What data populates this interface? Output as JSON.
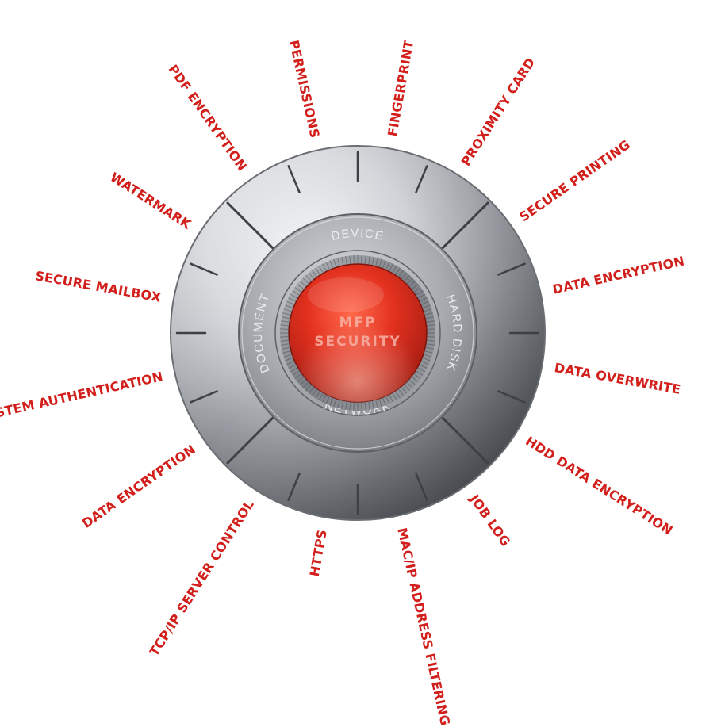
{
  "colors": {
    "label": "#d21f1b",
    "core": "#e3311f",
    "metal_light": "#eef0f2",
    "metal_dark": "#5c6066"
  },
  "center": {
    "line1": "MFP",
    "line2": "SECURITY"
  },
  "ring": {
    "top": "DEVICE",
    "right": "HARD DISK",
    "bottom": "NETWORK",
    "left": "DOCUMENT"
  },
  "labels": [
    {
      "text": "FINGERPRINT",
      "group": "device"
    },
    {
      "text": "PROXIMITY CARD",
      "group": "device"
    },
    {
      "text": "SECURE PRINTING",
      "group": "device"
    },
    {
      "text": "DATA ENCRYPTION",
      "group": "device"
    },
    {
      "text": "DATA OVERWRITE",
      "group": "hard-disk"
    },
    {
      "text": "HDD DATA ENCRYPTION",
      "group": "hard-disk"
    },
    {
      "text": "JOB LOG",
      "group": "hard-disk"
    },
    {
      "text": "MAC/IP ADDRESS FILTERING",
      "group": "network"
    },
    {
      "text": "HTTPS",
      "group": "network"
    },
    {
      "text": "TCP/IP SERVER CONTROL",
      "group": "network"
    },
    {
      "text": "DATA ENCRYPTION",
      "group": "network"
    },
    {
      "text": "SYSTEM AUTHENTICATION",
      "group": "document"
    },
    {
      "text": "SECURE MAILBOX",
      "group": "document"
    },
    {
      "text": "WATERMARK",
      "group": "document"
    },
    {
      "text": "PDF ENCRYPTION",
      "group": "document"
    },
    {
      "text": "PERMISSIONS",
      "group": "document"
    }
  ]
}
